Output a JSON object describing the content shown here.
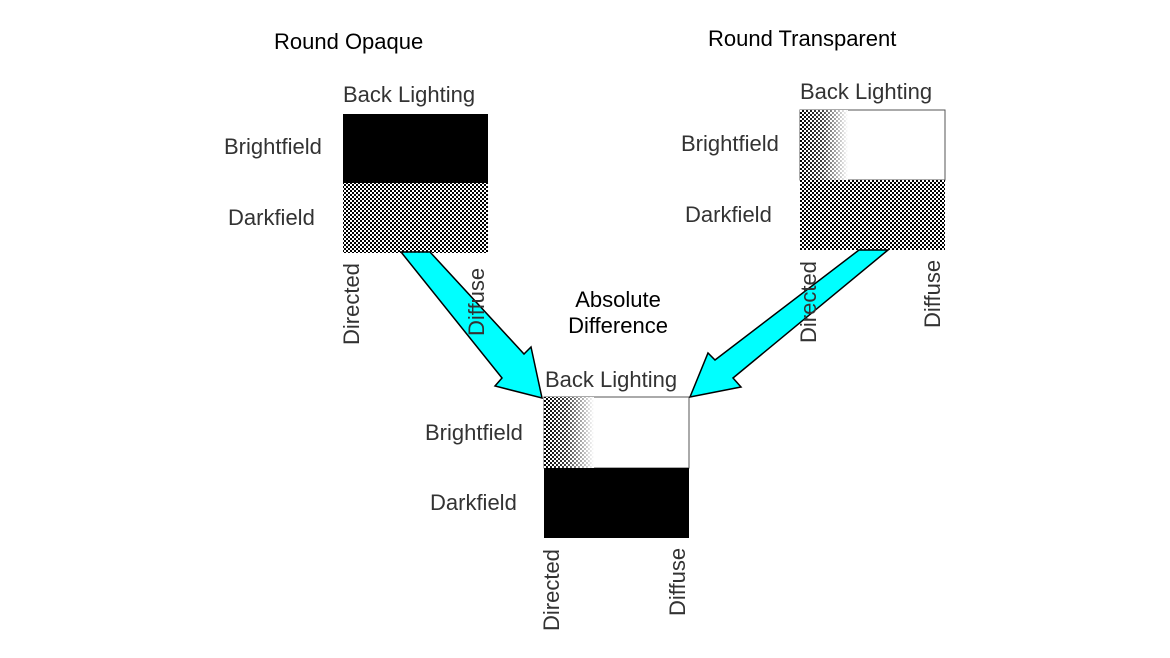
{
  "panels": {
    "round_opaque": {
      "title": "Round Opaque",
      "column_header": "Back Lighting",
      "row_top": "Brightfield",
      "row_bottom": "Darkfield",
      "axis_left": "Directed",
      "axis_right": "Diffuse"
    },
    "round_transparent": {
      "title": "Round Transparent",
      "column_header": "Back Lighting",
      "row_top": "Brightfield",
      "row_bottom": "Darkfield",
      "axis_left": "Directed",
      "axis_right": "Diffuse"
    },
    "absolute_difference": {
      "title_line1": "Absolute",
      "title_line2": "Difference",
      "column_header": "Back Lighting",
      "row_top": "Brightfield",
      "row_bottom": "Darkfield",
      "axis_left": "Directed",
      "axis_right": "Diffuse"
    }
  },
  "colors": {
    "arrow_fill": "#00ffff",
    "arrow_stroke": "#000000",
    "solid_fill": "#000000",
    "empty_fill": "#ffffff",
    "label_text": "#333333",
    "title_text": "#000000"
  }
}
